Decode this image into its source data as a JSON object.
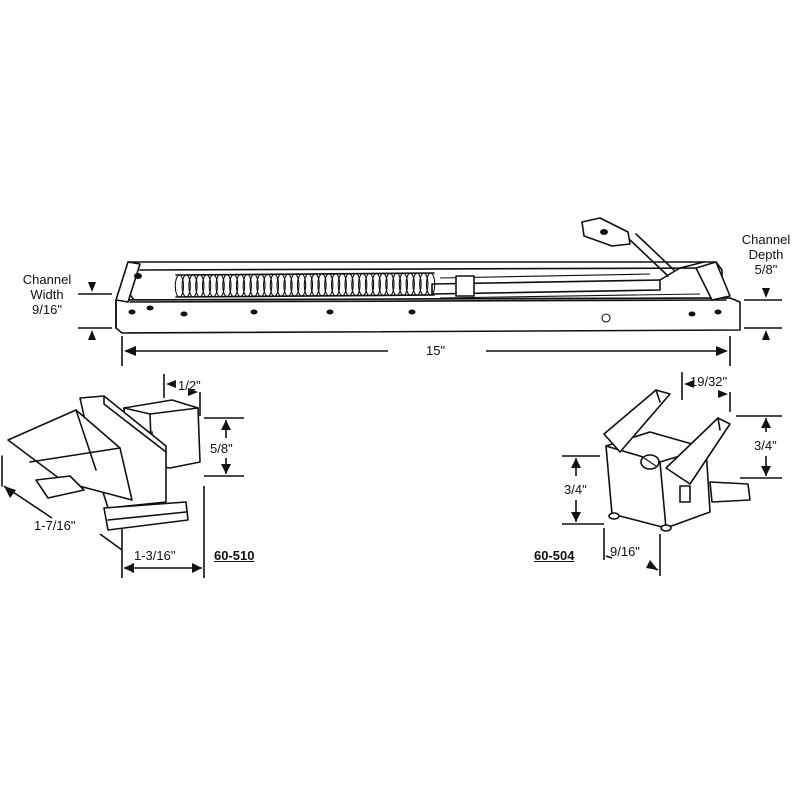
{
  "labels": {
    "channel_width": "Channel\nWidth\n9/16\"",
    "channel_width_l1": "Channel",
    "channel_width_l2": "Width",
    "channel_width_l3": "9/16\"",
    "channel_depth_l1": "Channel",
    "channel_depth_l2": "Depth",
    "channel_depth_l3": "5/8\"",
    "length": "15\"",
    "left_top": "1/2\"",
    "left_height": "5/8\"",
    "left_diag": "1-7/16\"",
    "left_bottom": "1-3/16\"",
    "left_part": "60-510",
    "right_top": "19/32\"",
    "right_height_outer": "3/4\"",
    "right_height_inner": "3/4\"",
    "right_bottom": "9/16\"",
    "right_part": "60-504"
  },
  "icons": {
    "balance": "window-sash-balance-channel",
    "shoe_left": "sash-balance-shoe-60-510",
    "shoe_right": "sash-balance-shoe-60-504"
  }
}
